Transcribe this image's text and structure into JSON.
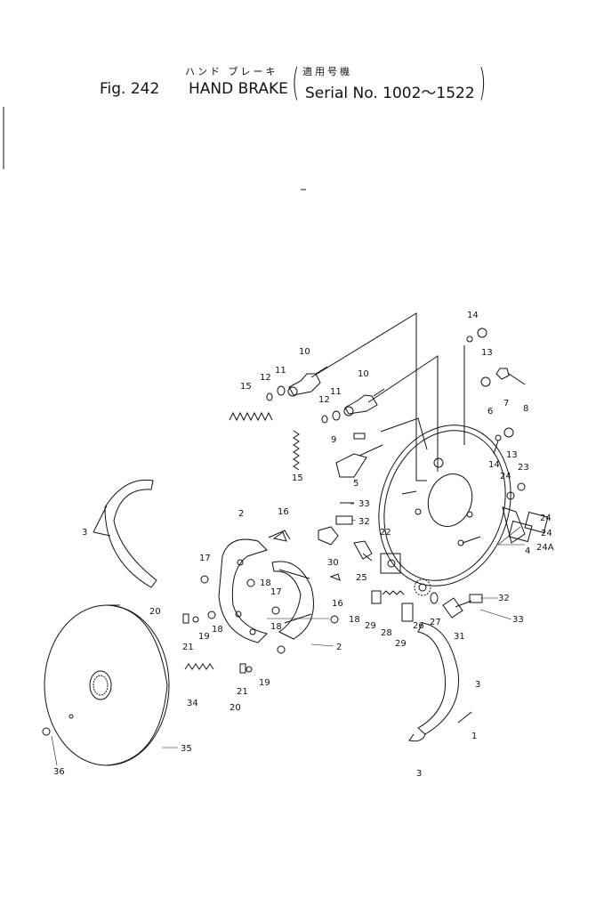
{
  "header": {
    "jp_title": "ハンド ブレーキ",
    "jp_serial": "適用号機",
    "fig_label": "Fig. 242",
    "title": "HAND BRAKE",
    "serial": "Serial No. 1002～1522"
  },
  "callouts": [
    {
      "id": "c14a",
      "text": "14"
    },
    {
      "id": "c13a",
      "text": "13"
    },
    {
      "id": "c10a",
      "text": "10"
    },
    {
      "id": "c12a",
      "text": "12"
    },
    {
      "id": "c11a",
      "text": "11"
    },
    {
      "id": "c15a",
      "text": "15"
    },
    {
      "id": "c10b",
      "text": "10"
    },
    {
      "id": "c12b",
      "text": "12"
    },
    {
      "id": "c11b",
      "text": "11"
    },
    {
      "id": "c6",
      "text": "6"
    },
    {
      "id": "c7",
      "text": "7"
    },
    {
      "id": "c8",
      "text": "8"
    },
    {
      "id": "c9",
      "text": "9"
    },
    {
      "id": "c13b",
      "text": "13"
    },
    {
      "id": "c14b",
      "text": "14"
    },
    {
      "id": "c23",
      "text": "23"
    },
    {
      "id": "c15b",
      "text": "15"
    },
    {
      "id": "c5",
      "text": "5"
    },
    {
      "id": "c24a",
      "text": "24"
    },
    {
      "id": "c33a",
      "text": "33"
    },
    {
      "id": "c32a",
      "text": "32"
    },
    {
      "id": "c22",
      "text": "22"
    },
    {
      "id": "c24b",
      "text": "24"
    },
    {
      "id": "c24c",
      "text": "24"
    },
    {
      "id": "c24A",
      "text": "24A"
    },
    {
      "id": "c4",
      "text": "4"
    },
    {
      "id": "c2a",
      "text": "2"
    },
    {
      "id": "c16a",
      "text": "16"
    },
    {
      "id": "c3a",
      "text": "3"
    },
    {
      "id": "c17a",
      "text": "17"
    },
    {
      "id": "c30",
      "text": "30"
    },
    {
      "id": "c25",
      "text": "25"
    },
    {
      "id": "c18a",
      "text": "18"
    },
    {
      "id": "c17b",
      "text": "17"
    },
    {
      "id": "c16b",
      "text": "16"
    },
    {
      "id": "c20a",
      "text": "20"
    },
    {
      "id": "c21a",
      "text": "21"
    },
    {
      "id": "c19a",
      "text": "19"
    },
    {
      "id": "c18b",
      "text": "18"
    },
    {
      "id": "c18c",
      "text": "18"
    },
    {
      "id": "c18d",
      "text": "18"
    },
    {
      "id": "c2b",
      "text": "2"
    },
    {
      "id": "c32b",
      "text": "32"
    },
    {
      "id": "c33b",
      "text": "33"
    },
    {
      "id": "c29a",
      "text": "29"
    },
    {
      "id": "c28",
      "text": "28"
    },
    {
      "id": "c29b",
      "text": "29"
    },
    {
      "id": "c26",
      "text": "26"
    },
    {
      "id": "c27",
      "text": "27"
    },
    {
      "id": "c31",
      "text": "31"
    },
    {
      "id": "c3b",
      "text": "3"
    },
    {
      "id": "c19b",
      "text": "19"
    },
    {
      "id": "c21b",
      "text": "21"
    },
    {
      "id": "c20b",
      "text": "20"
    },
    {
      "id": "c34",
      "text": "34"
    },
    {
      "id": "c1",
      "text": "1"
    },
    {
      "id": "c35",
      "text": "35"
    },
    {
      "id": "c36",
      "text": "36"
    },
    {
      "id": "c3c",
      "text": "3"
    }
  ]
}
